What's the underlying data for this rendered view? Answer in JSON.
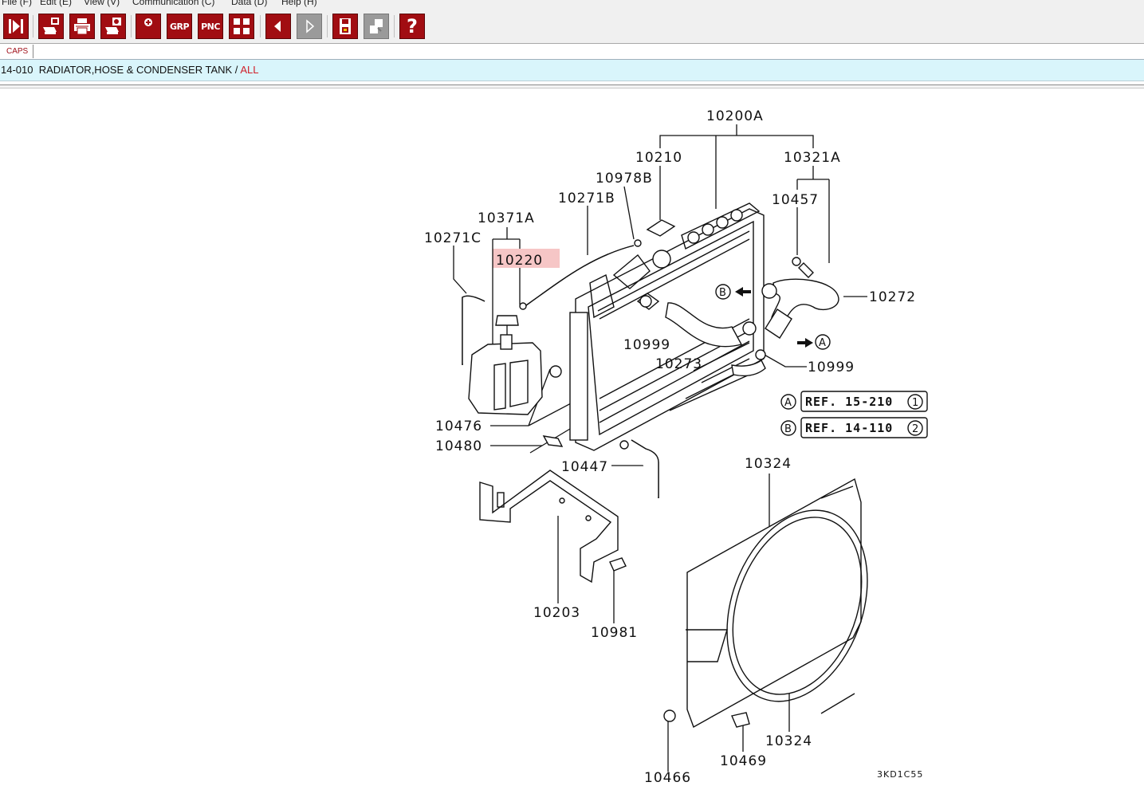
{
  "menu": [
    "File (F)",
    "Edit (E)",
    "View (V)",
    "Communication (C)",
    "Data (D)",
    "Help (H)"
  ],
  "toolbar": {
    "grp_label": "GRP",
    "pnc_label": "PNC",
    "help_label": "?"
  },
  "tab": {
    "label": "CAPS"
  },
  "breadcrumb": {
    "code": "14-010",
    "title": "RADIATOR,HOSE & CONDENSER TANK /",
    "filter": "ALL"
  },
  "diagram": {
    "labels": {
      "l10200A": "10200A",
      "l10210": "10210",
      "l10321A": "10321A",
      "l10978B": "10978B",
      "l10271B": "10271B",
      "l10457": "10457",
      "l10371A": "10371A",
      "l10271C": "10271C",
      "l10220": "10220",
      "l10272": "10272",
      "l10999a": "10999",
      "l10273": "10273",
      "l10999b": "10999",
      "l10476": "10476",
      "l10480": "10480",
      "l10447": "10447",
      "l10324a": "10324",
      "l10203": "10203",
      "l10981": "10981",
      "l10324b": "10324",
      "l10469": "10469",
      "l10466": "10466",
      "code": "3KD1C55",
      "markerA": "A",
      "markerB": "B"
    },
    "refs": {
      "a_letter": "A",
      "a_text": "REF. 15-210",
      "a_num": "1",
      "b_letter": "B",
      "b_text": "REF. 14-110",
      "b_num": "2"
    },
    "highlight_color": "#f6c6c6"
  }
}
